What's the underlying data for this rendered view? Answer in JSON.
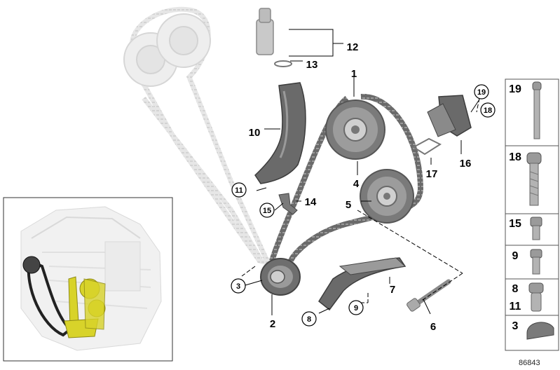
{
  "diagram_id": "86843",
  "callouts": [
    {
      "key": "1",
      "label": "1",
      "circled": false
    },
    {
      "key": "2",
      "label": "2",
      "circled": false
    },
    {
      "key": "3",
      "label": "3",
      "circled": true
    },
    {
      "key": "4",
      "label": "4",
      "circled": false
    },
    {
      "key": "5",
      "label": "5",
      "circled": false
    },
    {
      "key": "6",
      "label": "6",
      "circled": false
    },
    {
      "key": "7",
      "label": "7",
      "circled": false
    },
    {
      "key": "8",
      "label": "8",
      "circled": true
    },
    {
      "key": "9",
      "label": "9",
      "circled": true
    },
    {
      "key": "10",
      "label": "10",
      "circled": false
    },
    {
      "key": "11",
      "label": "11",
      "circled": true
    },
    {
      "key": "12",
      "label": "12",
      "circled": false
    },
    {
      "key": "13",
      "label": "13",
      "circled": false
    },
    {
      "key": "14",
      "label": "14",
      "circled": false
    },
    {
      "key": "15",
      "label": "15",
      "circled": true
    },
    {
      "key": "16",
      "label": "16",
      "circled": false
    },
    {
      "key": "17",
      "label": "17",
      "circled": false
    },
    {
      "key": "18",
      "label": "18",
      "circled": true
    },
    {
      "key": "19",
      "label": "19",
      "circled": true
    }
  ],
  "side_panel": [
    {
      "labels": [
        "19"
      ],
      "part": "long-bolt"
    },
    {
      "labels": [
        "18"
      ],
      "part": "stud-bolt"
    },
    {
      "labels": [
        "15"
      ],
      "part": "socket-screw"
    },
    {
      "labels": [
        "9"
      ],
      "part": "torx-screw"
    },
    {
      "labels": [
        "8",
        "11"
      ],
      "part": "pin"
    },
    {
      "labels": [
        "3"
      ],
      "part": "woodruff-key"
    }
  ],
  "colors": {
    "part_dark": "#5e5e5e",
    "part_mid": "#8a8a8a",
    "part_light": "#c6c6c6",
    "ghost": "#e2e2e2",
    "highlight": "#d8d32a",
    "line": "#000000"
  }
}
